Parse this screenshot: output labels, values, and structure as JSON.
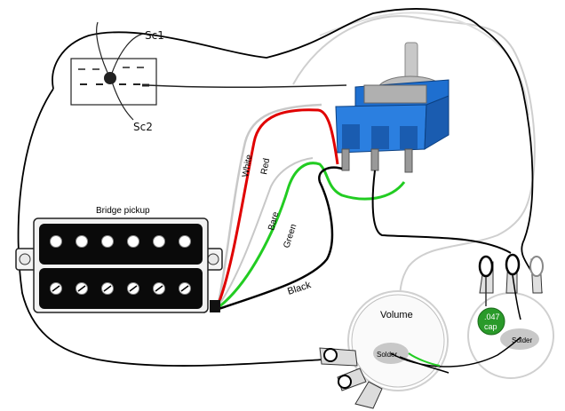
{
  "labels": {
    "bridge_pickup": "Bridge pickup",
    "volume": "Volume",
    "solder_volume": "Solder",
    "solder_tone": "Solder",
    "cap_value": ".047",
    "cap_word": "cap",
    "sc1": "Sc1",
    "sc2": "Sc2"
  },
  "wires": {
    "white": "White",
    "red": "Red",
    "bare": "Bare",
    "green": "Green",
    "black": "Black"
  },
  "colors": {
    "white_wire": "#c8c8c8",
    "red_wire": "#e00000",
    "green_wire": "#22cc22",
    "black_wire": "#000000",
    "switch_blue": "#1e6fd0",
    "cap_green": "#2a9a2a",
    "outline_gray": "#cfcfcf"
  }
}
